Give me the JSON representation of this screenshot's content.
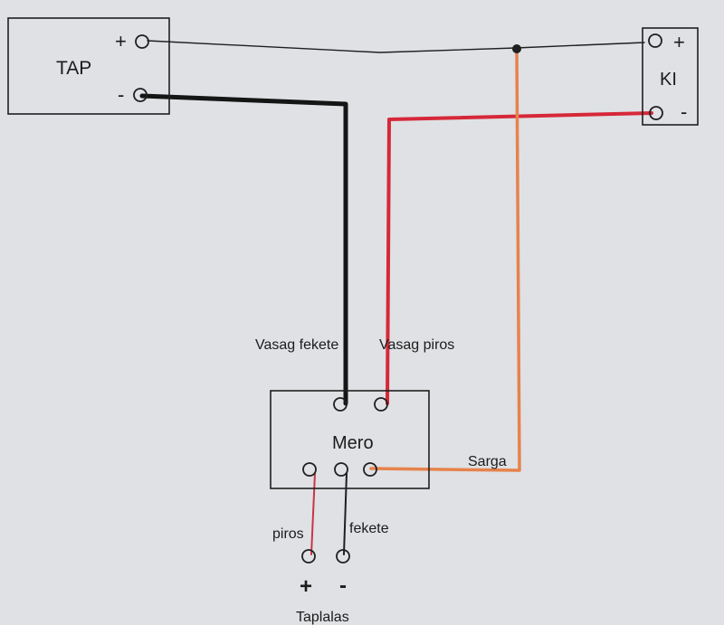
{
  "colors": {
    "background": "#dfe1e4",
    "black_wire": "#151515",
    "red_wire": "#d62839",
    "orange_wire": "#e7824c",
    "thin_wire": "#1f1f1f"
  },
  "tap": {
    "title": "TAP",
    "plus": "+",
    "minus": "-"
  },
  "ki": {
    "title": "KI",
    "plus": "+",
    "minus": "-"
  },
  "mero": {
    "title": "Mero"
  },
  "labels": {
    "vasag_fekete": "Vasag fekete",
    "vasag_piros": "Vasag piros",
    "sarga": "Sarga",
    "piros": "piros",
    "fekete": "fekete",
    "taplalas": "Taplalas",
    "plus": "+",
    "minus": "-"
  }
}
